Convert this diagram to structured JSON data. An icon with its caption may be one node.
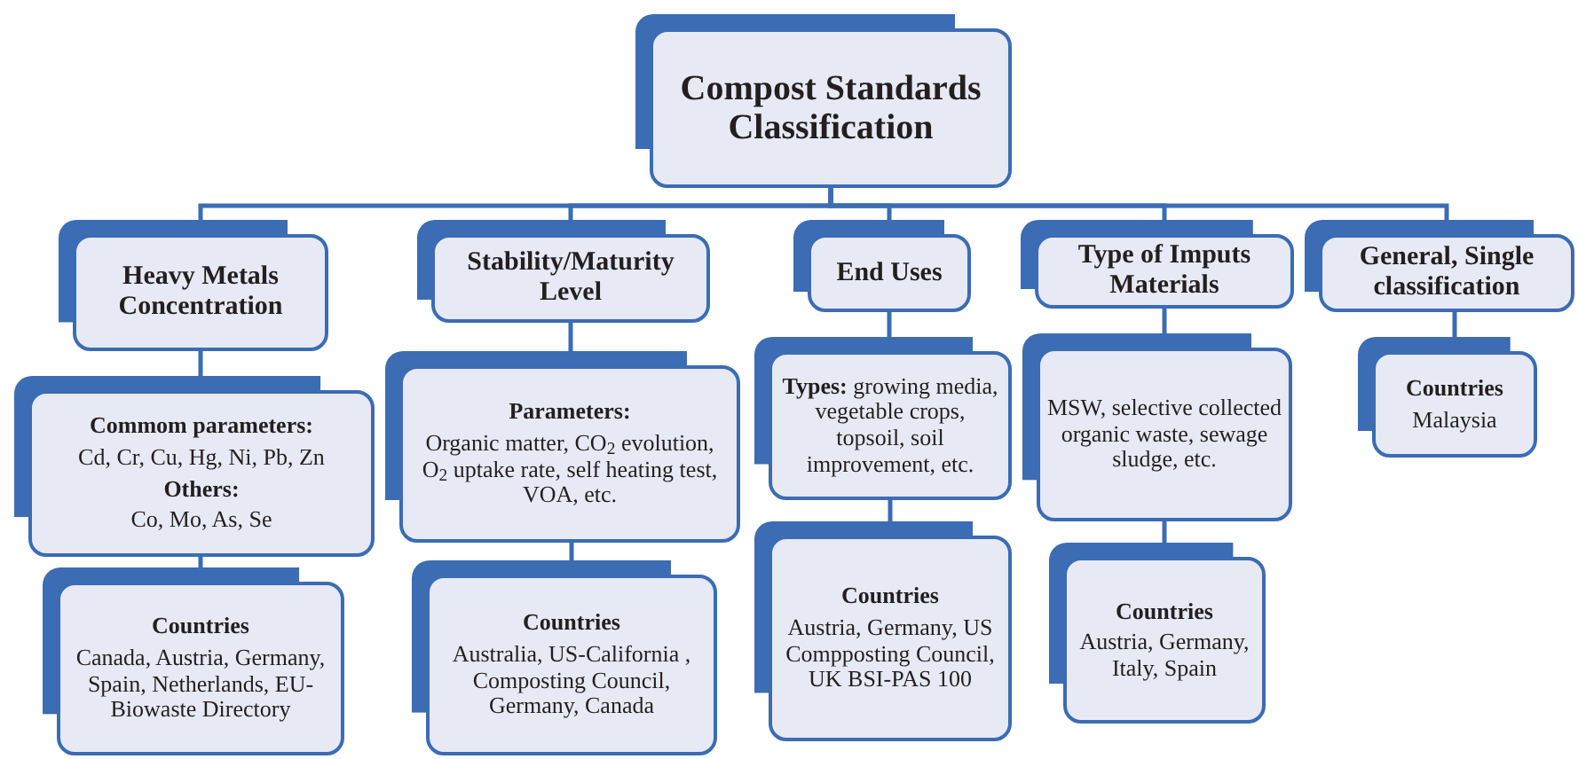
{
  "diagram": {
    "nodes": [
      {
        "text": [
          "Compost Standards Classification"
        ]
      },
      {
        "text": [
          "Heavy Metals Concentration"
        ]
      },
      {
        "text": [
          "Stability/Maturity Level"
        ]
      },
      {
        "text": [
          "End Uses"
        ]
      },
      {
        "text": [
          "Type of Imputs Materials"
        ]
      },
      {
        "text": [
          "General, Single classification"
        ]
      },
      {
        "text": [
          "**Commom parameters**:",
          "Cd, Cr, Cu, Hg, Ni, Pb, Zn",
          "Others:",
          "Co, Mo, As, Se"
        ]
      },
      {
        "text": [
          "Parameters:",
          "Organic matter, CO$_{2}$ evolution, O$_{2}$ uptake rate, self heating test, VOA, etc."
        ]
      },
      {
        "text": [
          "**Types:** growing media, vegetable crops, topsoil, soil improvement, etc."
        ]
      },
      {
        "text": [
          "MSW, selective collected organic waste, sewage sludge, etc."
        ]
      },
      {
        "text": [
          "Countries",
          "Malaysia"
        ]
      },
      {
        "text": [
          "Countries",
          "Canada, Austria, Germany, Spain, Netherlands, EU-Biowaste Directory"
        ]
      },
      {
        "text": [
          "Countries",
          "Australia, US-California , Composting Council, Germany, Canada"
        ]
      },
      {
        "text": [
          "Countries",
          "Austria, Germany, US Compposting Council, UK BSI-PAS 100"
        ]
      },
      {
        "text": [
          "Countries",
          "Austria, Germany, Italy, Spain"
        ]
      }
    ],
    "edges": [
      {
        "from": 0,
        "to": 1,
        "arrow": "none"
      },
      {
        "from": 0,
        "to": 2,
        "arrow": "none"
      },
      {
        "from": 0,
        "to": 3,
        "arrow": "none"
      },
      {
        "from": 0,
        "to": 4,
        "arrow": "none"
      },
      {
        "from": 0,
        "to": 5,
        "arrow": "none"
      },
      {
        "from": 1,
        "to": 6,
        "arrow": "none"
      },
      {
        "from": 2,
        "to": 7,
        "arrow": "none"
      },
      {
        "from": 3,
        "to": 8,
        "arrow": "none"
      },
      {
        "from": 4,
        "to": 9,
        "arrow": "none"
      },
      {
        "from": 5,
        "to": 10,
        "arrow": "none"
      },
      {
        "from": 6,
        "to": 11,
        "arrow": "none"
      },
      {
        "from": 7,
        "to": 12,
        "arrow": "none"
      },
      {
        "from": 8,
        "to": 13,
        "arrow": "none"
      },
      {
        "from": 9,
        "to": 14,
        "arrow": "none"
      }
    ]
  }
}
